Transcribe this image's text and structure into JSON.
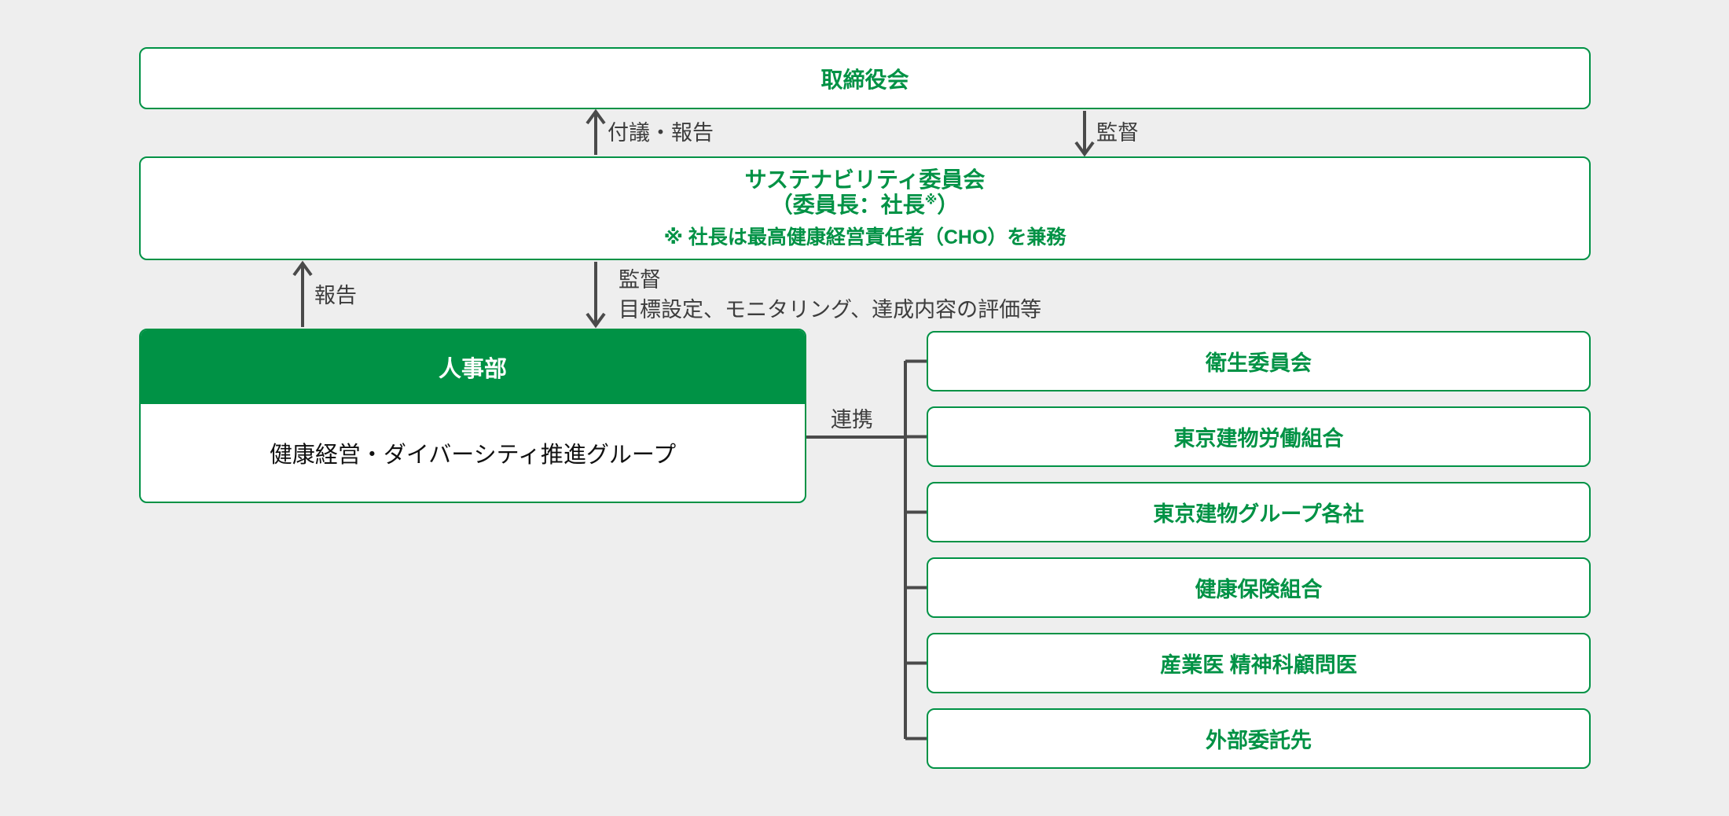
{
  "colors": {
    "green": "#009245",
    "background": "#eeeeee",
    "line": "#4a4a4a",
    "label_text": "#3d3d3d"
  },
  "board": {
    "label": "取締役会"
  },
  "top_arrows": {
    "up_label": "付議・報告",
    "down_label": "監督"
  },
  "sustainability": {
    "title": "サステナビリティ委員会",
    "chair_pre": "（委員長：社長",
    "chair_sup": "※",
    "chair_post": "）",
    "note": "※ 社長は最高健康経営責任者（CHO）を兼務"
  },
  "mid_arrows": {
    "up_label": "報告",
    "down_label_title": "監督",
    "down_label_desc": "目標設定、モニタリング、達成内容の評価等"
  },
  "hr": {
    "header": "人事部",
    "group": "健康経営・ダイバーシティ推進グループ"
  },
  "cooperation": {
    "label": "連携"
  },
  "partners": [
    {
      "label": "衛生委員会"
    },
    {
      "label": "東京建物労働組合"
    },
    {
      "label": "東京建物グループ各社"
    },
    {
      "label": "健康保険組合"
    },
    {
      "label": "産業医 精神科顧問医"
    },
    {
      "label": "外部委託先"
    }
  ]
}
